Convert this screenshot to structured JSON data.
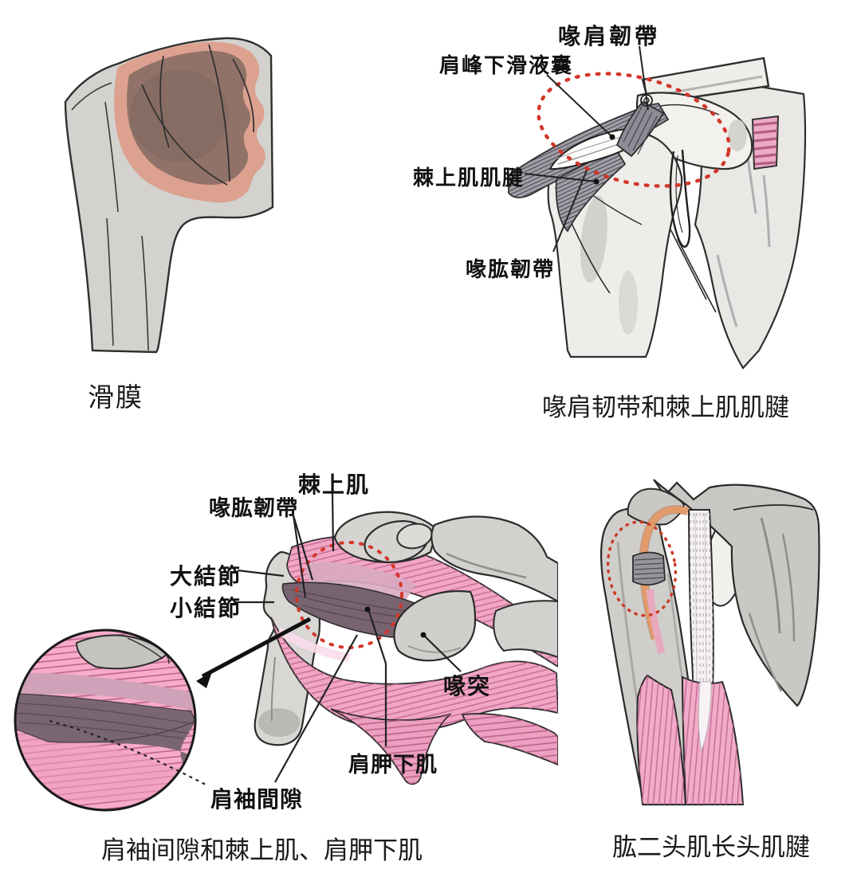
{
  "panels": {
    "p1": {
      "caption": "滑膜"
    },
    "p2": {
      "labels": {
        "coracoacromial_ligament": "喙肩韌帶",
        "subacromial_bursa": "肩峰下滑液囊",
        "supraspinatus_tendon": "棘上肌肌腱",
        "coracohumeral_ligament": "喙肱韌帶"
      },
      "caption": "喙肩韧带和棘上肌肌腱"
    },
    "p3": {
      "labels": {
        "supraspinatus": "棘上肌",
        "coracohumeral_ligament": "喙肱韌帶",
        "greater_tubercle": "大結節",
        "lesser_tubercle": "小結節",
        "coracoid_process": "喙突",
        "subscapularis": "肩胛下肌",
        "rotator_interval": "肩袖間隙"
      },
      "caption": "肩袖间隙和棘上肌、肩胛下肌"
    },
    "p4": {
      "caption": "肱二头肌长头肌腱"
    }
  },
  "colors": {
    "background": "#ffffff",
    "bone_gray": "#d6d5d2",
    "bone_light": "#eeede9",
    "muscle_pink": "#f2a6c5",
    "muscle_pink_stripe": "#b75c85",
    "interval_dark": "#786471",
    "gray_muscle": "#a19fa8",
    "membrane_salmon": "#dc9e8b",
    "membrane_brown": "#8b6f66",
    "annotation_red": "#d2372a",
    "tendon_orange": "#e39a6a",
    "label_text": "#111111"
  }
}
